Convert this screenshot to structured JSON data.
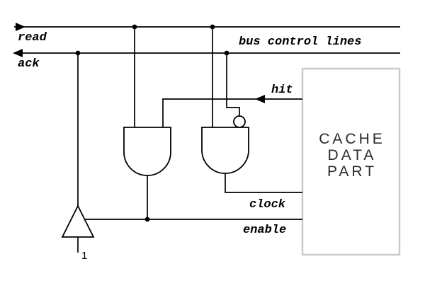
{
  "diagram": {
    "bus": {
      "read_label": "read",
      "ack_label": "ack",
      "caption": "bus control lines"
    },
    "signals": {
      "hit": "hit",
      "clock": "clock",
      "enable": "enable",
      "buffer_input": "1"
    },
    "cache_box": {
      "line1": "CACHE",
      "line2": "DATA",
      "line3": "PART"
    },
    "colors": {
      "wire": "#000000",
      "cache_border": "#c9c9c9",
      "cache_text": "#2b2b2b",
      "background": "#ffffff"
    }
  }
}
